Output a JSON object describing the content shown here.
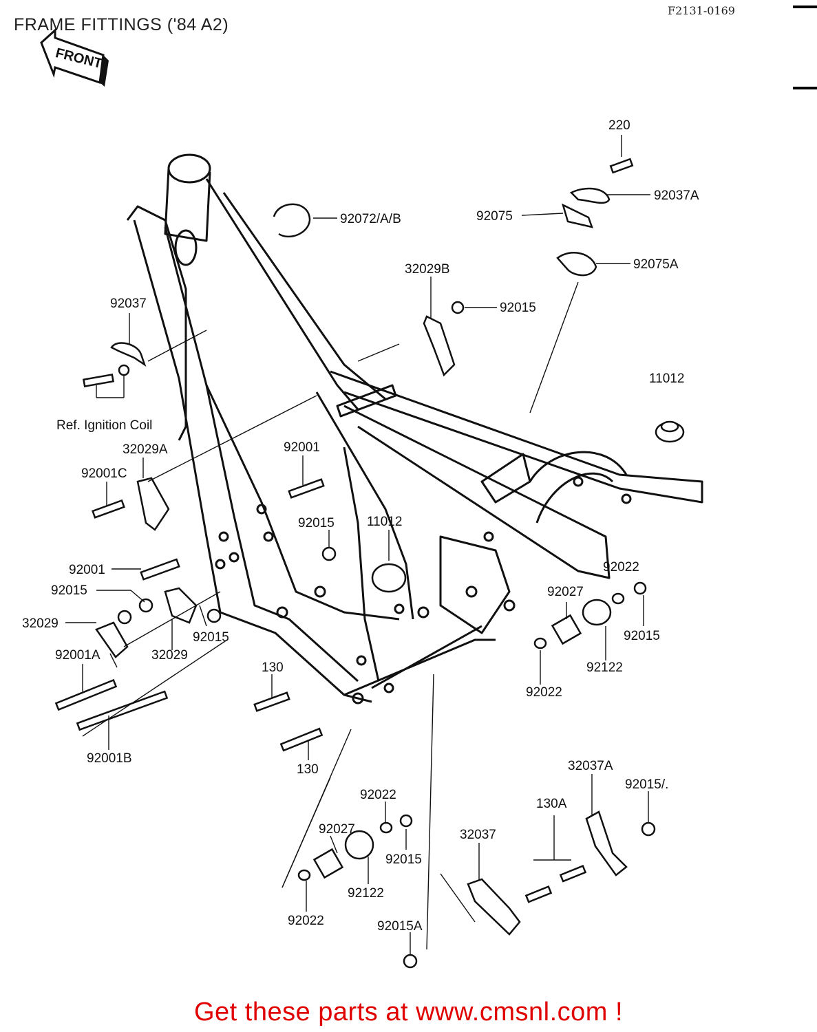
{
  "header": {
    "title": "FRAME FITTINGS ('84 A2)",
    "code": "F2131-0169"
  },
  "front_badge": "FRONT",
  "callouts": [
    {
      "label": "220"
    },
    {
      "label": "92037A"
    },
    {
      "label": "92072/A/B"
    },
    {
      "label": "92075"
    },
    {
      "label": "92075A"
    },
    {
      "label": "32029B"
    },
    {
      "label": "92015"
    },
    {
      "label": "92037"
    },
    {
      "label": "11012"
    },
    {
      "label": "32029A"
    },
    {
      "label": "92001"
    },
    {
      "label": "92001C"
    },
    {
      "label": "92015"
    },
    {
      "label": "11012"
    },
    {
      "label": "92001"
    },
    {
      "label": "92015"
    },
    {
      "label": "32029"
    },
    {
      "label": "32029"
    },
    {
      "label": "92015"
    },
    {
      "label": "92001A"
    },
    {
      "label": "130"
    },
    {
      "label": "92022"
    },
    {
      "label": "92027"
    },
    {
      "label": "92015"
    },
    {
      "label": "92122"
    },
    {
      "label": "92022"
    },
    {
      "label": "92001B"
    },
    {
      "label": "130"
    },
    {
      "label": "32037A"
    },
    {
      "label": "92015/."
    },
    {
      "label": "92022"
    },
    {
      "label": "130A"
    },
    {
      "label": "92027"
    },
    {
      "label": "32037"
    },
    {
      "label": "92015"
    },
    {
      "label": "92122"
    },
    {
      "label": "92022"
    },
    {
      "label": "92015A"
    }
  ],
  "reference_note": "Ref. Ignition Coil",
  "footer": {
    "text": "Get these parts at www.cmsnl.com !"
  },
  "colors": {
    "footer_text": "#e00000",
    "line_art": "#111111",
    "background": "#ffffff"
  }
}
